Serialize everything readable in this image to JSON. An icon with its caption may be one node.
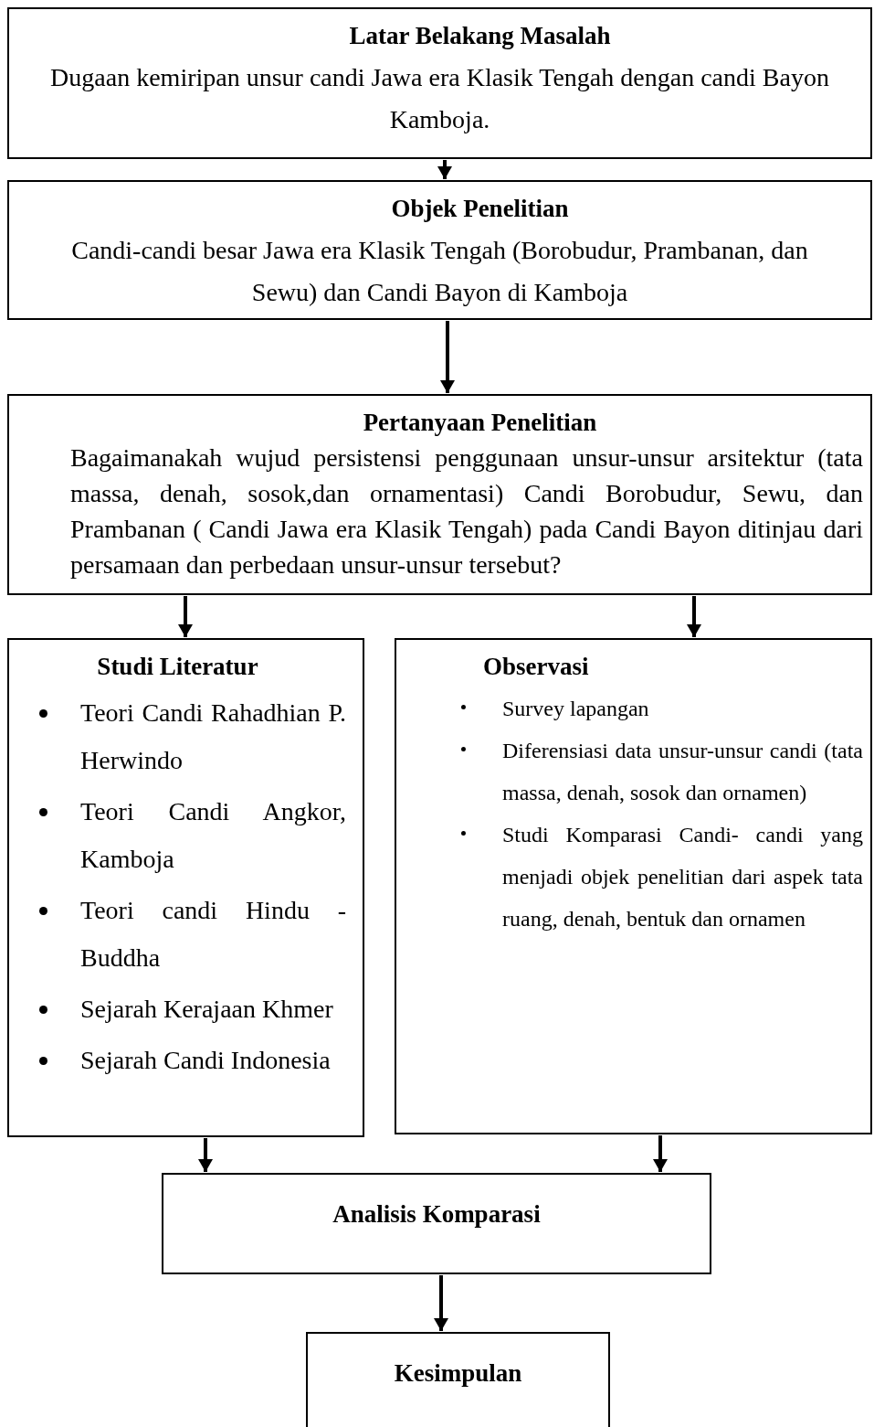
{
  "diagram": {
    "nodes": [
      {
        "text": [
          "Latar Belakang Masalah",
          "Dugaan kemiripan unsur candi Jawa era Klasik Tengah dengan candi Bayon Kamboja."
        ]
      },
      {
        "text": [
          "Objek Penelitian",
          "Candi-candi besar Jawa era Klasik Tengah (Borobudur, Prambanan, dan Sewu) dan Candi Bayon di Kamboja"
        ]
      },
      {
        "text": [
          "Pertanyaan Penelitian",
          "Bagaimanakah wujud persistensi penggunaan unsur-unsur arsitektur (tata massa, denah, sosok,dan ornamentasi) Candi Borobudur, Sewu, dan Prambanan ( Candi Jawa era Klasik Tengah) pada Candi Bayon ditinjau dari persamaan dan perbedaan unsur-unsur tersebut?"
        ]
      },
      {
        "text": [
          "Studi Literatur",
          "Teori Candi Rahadhian P. Herwindo",
          "Teori Candi Angkor, Kamboja",
          "Teori candi Hindu - Buddha",
          "Sejarah Kerajaan Khmer",
          "Sejarah Candi Indonesia"
        ]
      },
      {
        "text": [
          "Observasi",
          "Survey lapangan",
          "Diferensiasi data unsur-unsur candi (tata massa, denah, sosok dan ornamen)",
          "Studi Komparasi Candi- candi yang menjadi objek penelitian dari aspek tata ruang, denah, bentuk dan ornamen"
        ]
      },
      {
        "text": [
          "Analisis Komparasi"
        ]
      },
      {
        "text": [
          "Kesimpulan"
        ]
      }
    ],
    "edges": [
      {
        "from": 0,
        "to": 1,
        "arrow": "to"
      },
      {
        "from": 1,
        "to": 2,
        "arrow": "to"
      },
      {
        "from": 2,
        "to": 3,
        "arrow": "to"
      },
      {
        "from": 2,
        "to": 4,
        "arrow": "to"
      },
      {
        "from": 3,
        "to": 5,
        "arrow": "to"
      },
      {
        "from": 4,
        "to": 5,
        "arrow": "to"
      },
      {
        "from": 5,
        "to": 6,
        "arrow": "to"
      }
    ]
  }
}
